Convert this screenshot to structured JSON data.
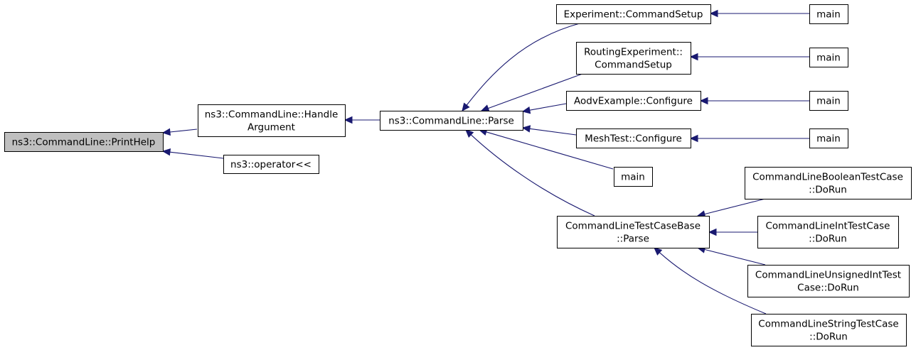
{
  "graph": {
    "nodes": [
      {
        "id": "printhelp",
        "lines": [
          "ns3::CommandLine::PrintHelp"
        ],
        "highlighted": true
      },
      {
        "id": "handlearg",
        "lines": [
          "ns3::CommandLine::Handle",
          "Argument"
        ]
      },
      {
        "id": "operator",
        "lines": [
          "ns3::operator<<"
        ]
      },
      {
        "id": "parse",
        "lines": [
          "ns3::CommandLine::Parse"
        ]
      },
      {
        "id": "expsetup",
        "lines": [
          "Experiment::CommandSetup"
        ]
      },
      {
        "id": "routsetup",
        "lines": [
          "RoutingExperiment::",
          "CommandSetup"
        ]
      },
      {
        "id": "aodvconf",
        "lines": [
          "AodvExample::Configure"
        ]
      },
      {
        "id": "meshconf",
        "lines": [
          "MeshTest::Configure"
        ]
      },
      {
        "id": "main_mid",
        "lines": [
          "main"
        ]
      },
      {
        "id": "tcbparse",
        "lines": [
          "CommandLineTestCaseBase",
          "::Parse"
        ]
      },
      {
        "id": "main1",
        "lines": [
          "main"
        ]
      },
      {
        "id": "main2",
        "lines": [
          "main"
        ]
      },
      {
        "id": "main3",
        "lines": [
          "main"
        ]
      },
      {
        "id": "main4",
        "lines": [
          "main"
        ]
      },
      {
        "id": "booltc",
        "lines": [
          "CommandLineBooleanTestCase",
          "::DoRun"
        ]
      },
      {
        "id": "inttc",
        "lines": [
          "CommandLineIntTestCase",
          "::DoRun"
        ]
      },
      {
        "id": "uinttc",
        "lines": [
          "CommandLineUnsignedIntTest",
          "Case::DoRun"
        ]
      },
      {
        "id": "strtc",
        "lines": [
          "CommandLineStringTestCase",
          "::DoRun"
        ]
      }
    ],
    "edges": [
      {
        "from": "handlearg",
        "to": "printhelp"
      },
      {
        "from": "operator",
        "to": "printhelp"
      },
      {
        "from": "parse",
        "to": "handlearg"
      },
      {
        "from": "expsetup",
        "to": "parse"
      },
      {
        "from": "routsetup",
        "to": "parse"
      },
      {
        "from": "aodvconf",
        "to": "parse"
      },
      {
        "from": "meshconf",
        "to": "parse"
      },
      {
        "from": "main_mid",
        "to": "parse"
      },
      {
        "from": "tcbparse",
        "to": "parse"
      },
      {
        "from": "main1",
        "to": "expsetup"
      },
      {
        "from": "main2",
        "to": "routsetup"
      },
      {
        "from": "main3",
        "to": "aodvconf"
      },
      {
        "from": "main4",
        "to": "meshconf"
      },
      {
        "from": "booltc",
        "to": "tcbparse"
      },
      {
        "from": "inttc",
        "to": "tcbparse"
      },
      {
        "from": "uinttc",
        "to": "tcbparse"
      },
      {
        "from": "strtc",
        "to": "tcbparse"
      }
    ]
  }
}
